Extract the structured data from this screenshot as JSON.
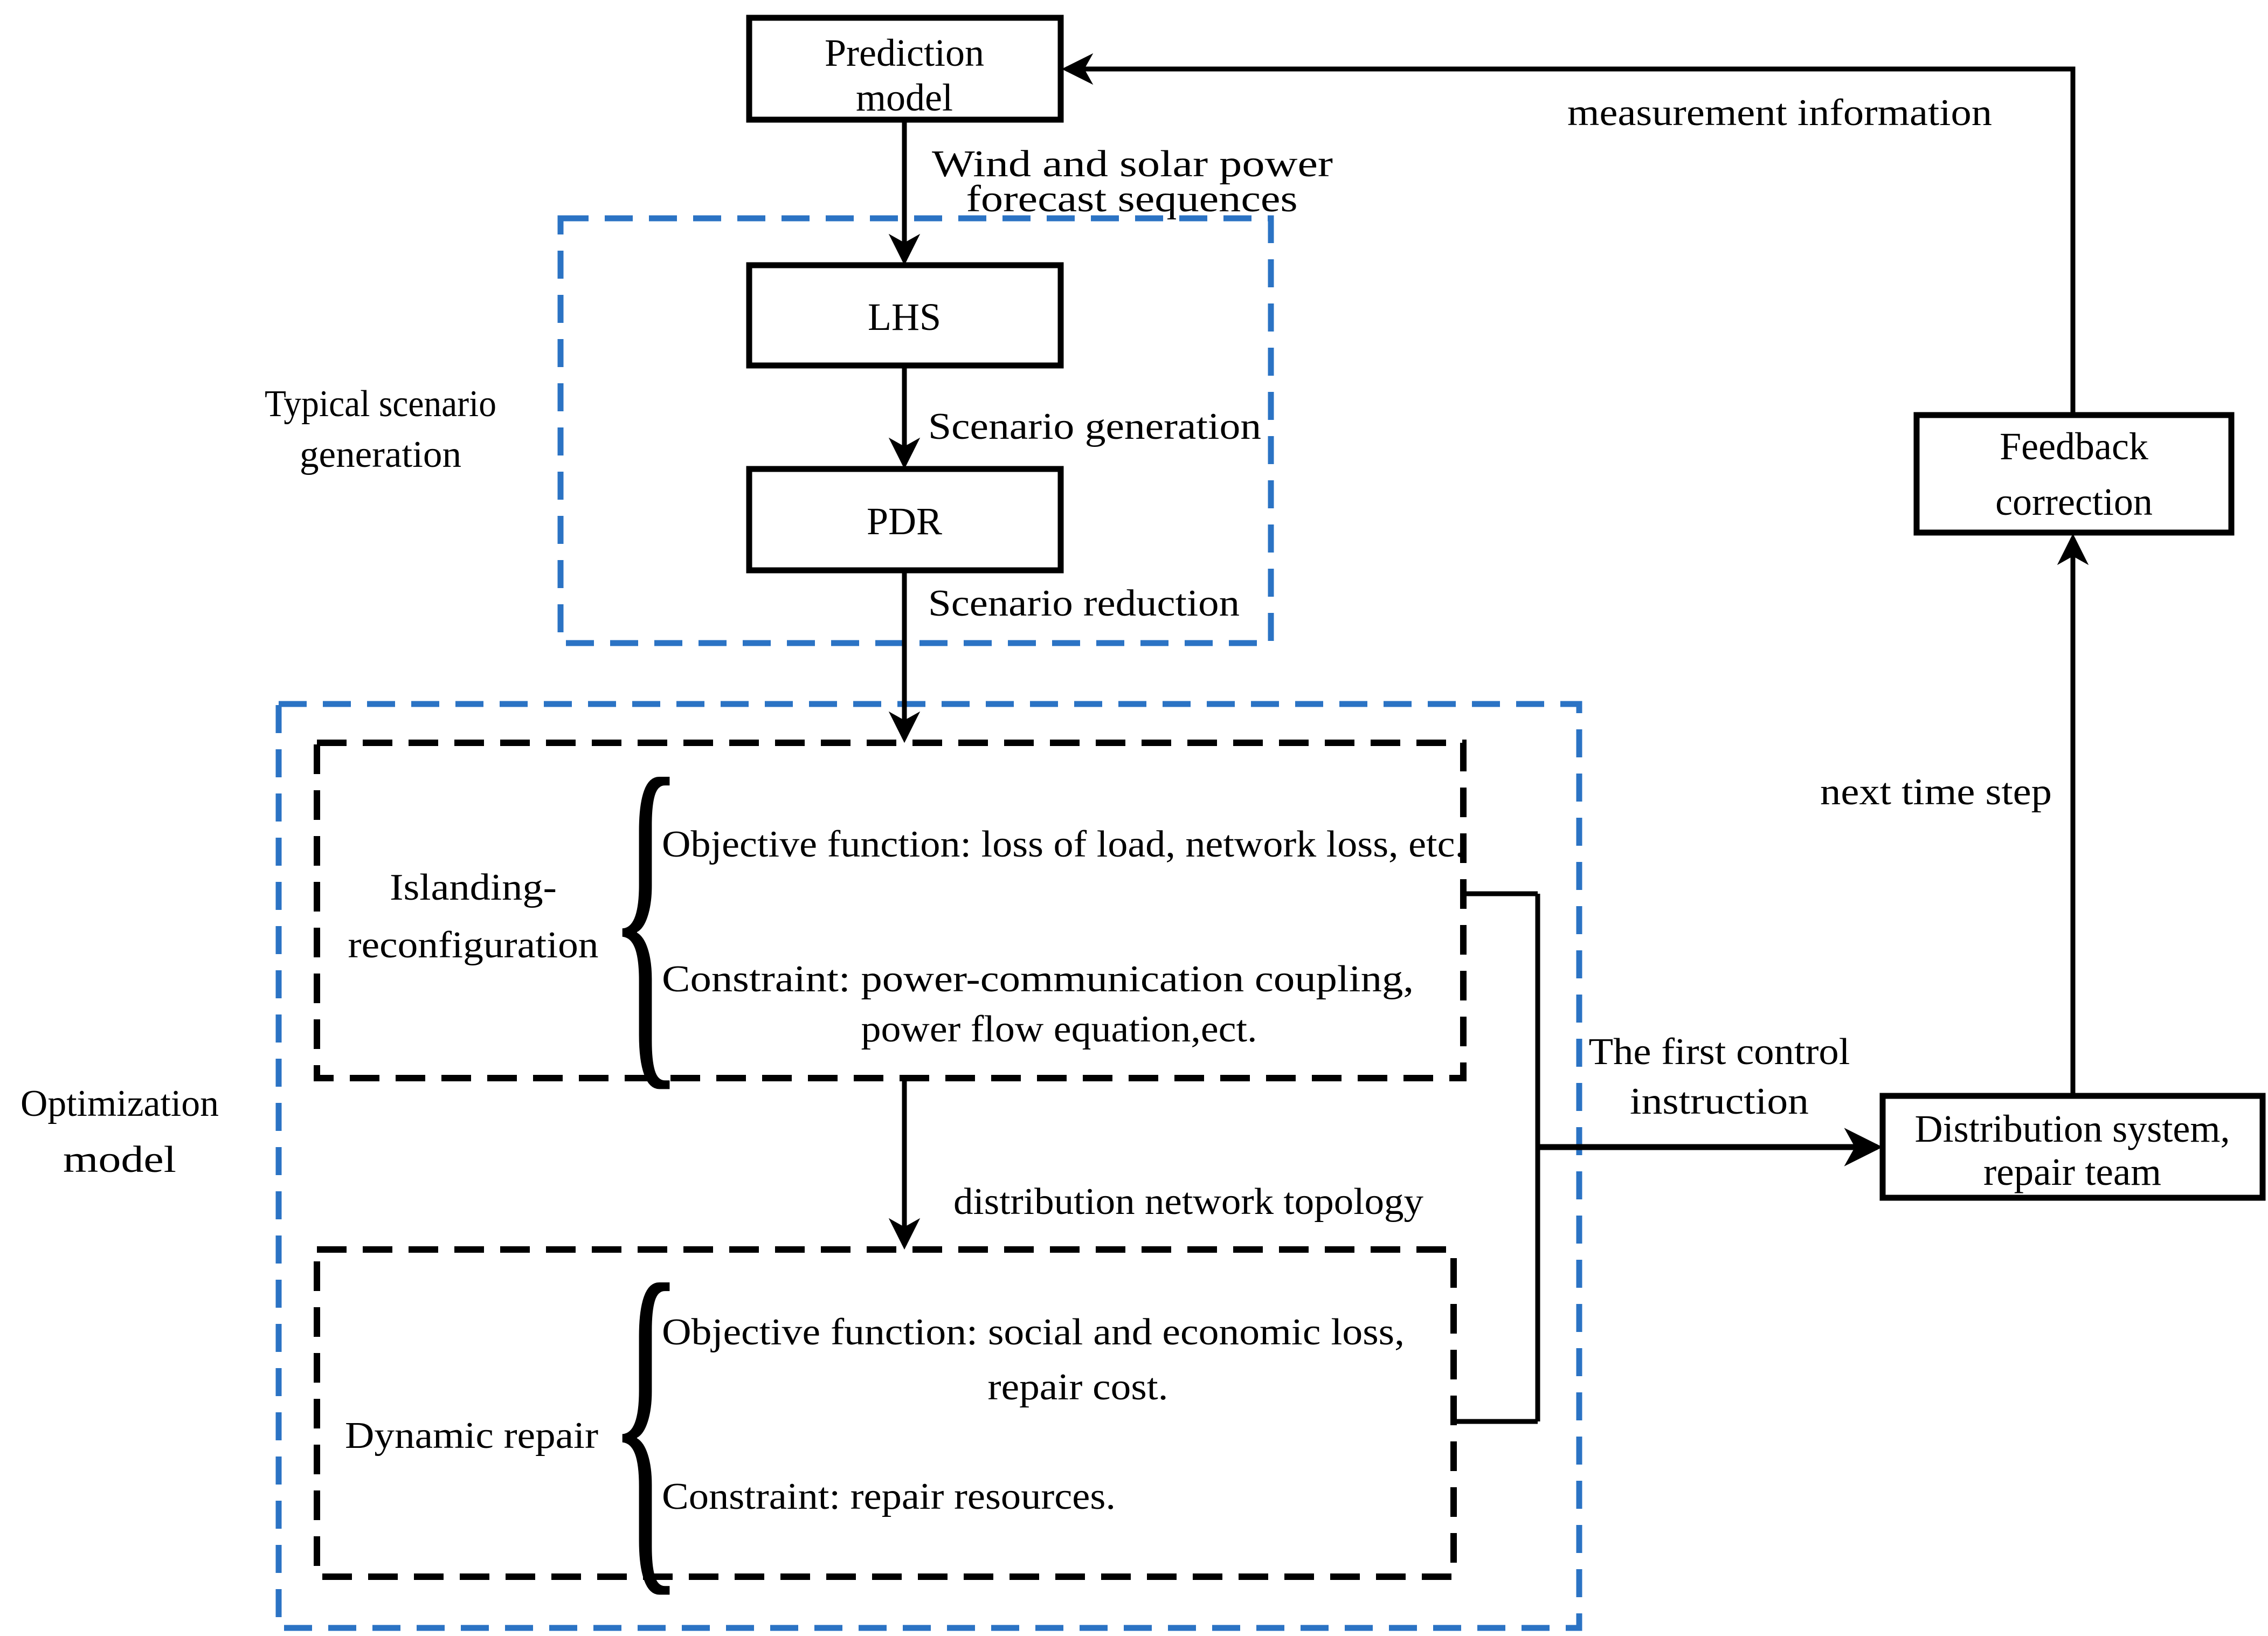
{
  "colors": {
    "line": "#000000",
    "blue_dashed_border": "#2b73c4",
    "background": "#ffffff"
  },
  "nodes": {
    "prediction_model": {
      "lines": [
        "Prediction",
        "model"
      ]
    },
    "lhs": {
      "label": "LHS"
    },
    "pdr": {
      "label": "PDR"
    },
    "feedback_correction": {
      "lines": [
        "Feedback",
        "correction"
      ]
    },
    "distribution_system": {
      "lines": [
        "Distribution system,",
        "repair team"
      ]
    }
  },
  "groups": {
    "typical_scenario_generation": {
      "label_lines": [
        "Typical scenario",
        "generation"
      ]
    },
    "optimization_model": {
      "label_lines": [
        "Optimization",
        "model"
      ]
    },
    "islanding_reconfiguration": {
      "title_lines": [
        "Islanding-",
        "reconfiguration"
      ],
      "objective": "Objective function: loss of load, network loss, etc.",
      "constraint_line1": "Constraint: power-communication coupling,",
      "constraint_line2": "power flow equation,ect."
    },
    "dynamic_repair": {
      "title": "Dynamic repair",
      "objective_line1": "Objective function: social and economic loss,",
      "objective_line2": "repair cost.",
      "constraint": "Constraint: repair resources."
    }
  },
  "edge_labels": {
    "wind_solar_line1": "Wind and solar power",
    "wind_solar_line2": "forecast sequences",
    "scenario_generation": "Scenario generation",
    "scenario_reduction": "Scenario reduction",
    "distribution_topology": "distribution network topology",
    "first_control_line1": "The first control",
    "first_control_line2": "instruction",
    "measurement_information": "measurement information",
    "next_time_step": "next time step"
  },
  "icons": {
    "left_brace": "{"
  }
}
